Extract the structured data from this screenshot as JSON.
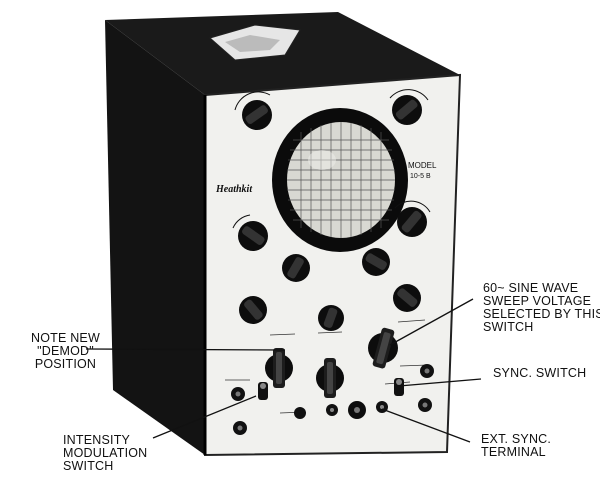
{
  "instrument": {
    "brand": "Heathkit",
    "model_label": "MODEL",
    "model_number": "10-5 B",
    "colors": {
      "cabinet": "#121212",
      "panel": "#f1f1ee",
      "screen_frame": "#0b0b0b",
      "screen_face": "#d8d8d2",
      "graticule": "#555555"
    }
  },
  "callouts": {
    "demod": {
      "lines": [
        "NOTE NEW",
        "\"DEMOD\"",
        "POSITION"
      ]
    },
    "sweep": {
      "lines": [
        "60~ SINE WAVE",
        "SWEEP VOLTAGE",
        "SELECTED BY THIS",
        "SWITCH"
      ]
    },
    "sync_switch": {
      "lines": [
        "SYNC. SWITCH"
      ]
    },
    "intensity_mod": {
      "lines": [
        "INTENSITY",
        "MODULATION",
        "SWITCH"
      ]
    },
    "ext_sync": {
      "lines": [
        "EXT. SYNC.",
        "TERMINAL"
      ]
    }
  }
}
